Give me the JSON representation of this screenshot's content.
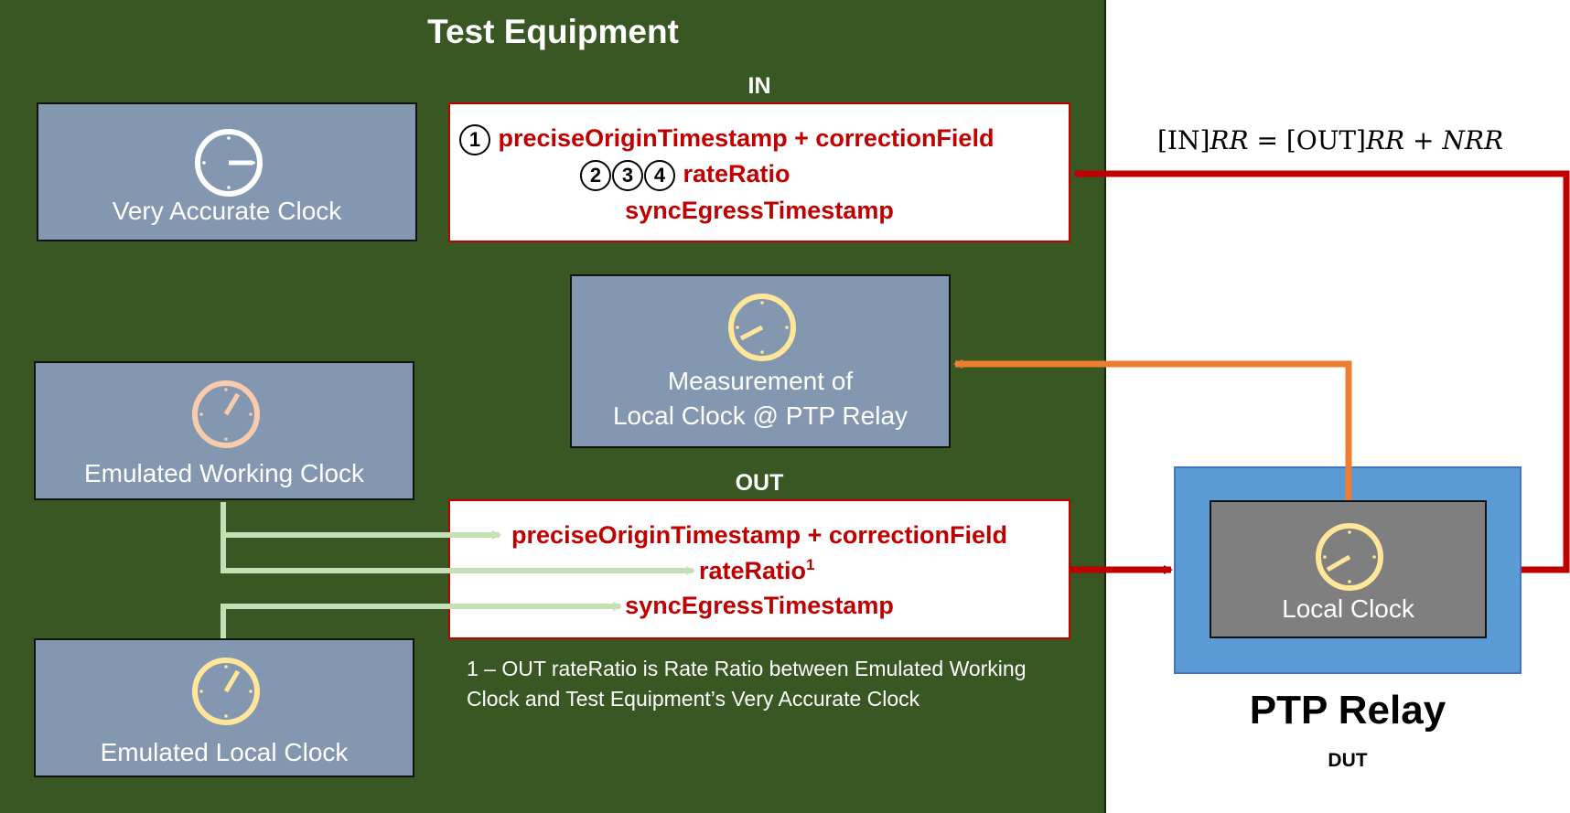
{
  "equipment": {
    "title": "Test Equipment",
    "clocks": {
      "very_accurate": "Very Accurate Clock",
      "measurement_line1": "Measurement of",
      "measurement_line2": "Local Clock @ PTP Relay",
      "emulated_working": "Emulated Working Clock",
      "emulated_local": "Emulated Local Clock"
    },
    "in_block": {
      "header": "IN",
      "step_1": "1",
      "steps_234": [
        "2",
        "3",
        "4"
      ],
      "field_1": "preciseOriginTimestamp + correctionField",
      "field_2": "rateRatio",
      "field_3": "syncEgressTimestamp"
    },
    "out_block": {
      "header": "OUT",
      "field_1": "preciseOriginTimestamp + correctionField",
      "field_2": "rateRatio",
      "field_2_sup": "1",
      "field_3": "syncEgressTimestamp"
    },
    "footnote_line1": "1 – OUT rateRatio is Rate Ratio between Emulated Working",
    "footnote_line2": "Clock and Test Equipment’s Very Accurate Clock"
  },
  "relay": {
    "title": "PTP Relay",
    "subtitle": "DUT",
    "local_clock": "Local Clock"
  },
  "formula": {
    "lhs_bracket": "[IN]",
    "lhs_var": "RR",
    "eq": " = ",
    "rhs_bracket": "[OUT]",
    "rhs_var": "RR",
    "plus": " + ",
    "nrr": "NRR"
  },
  "colors": {
    "equipment_bg": "#385723",
    "clock_box": "#8497b0",
    "field_text": "#c00000",
    "arrow_red": "#c00000",
    "arrow_orange": "#ed7d31",
    "arrow_green": "#c5e0b4",
    "relay_outer": "#5b9bd5",
    "relay_inner": "#7f7f7f",
    "clock_white": "#ffffff",
    "clock_yellow": "#ffe699",
    "clock_peach": "#f8cbad"
  },
  "icons": [
    "clock-icon"
  ]
}
